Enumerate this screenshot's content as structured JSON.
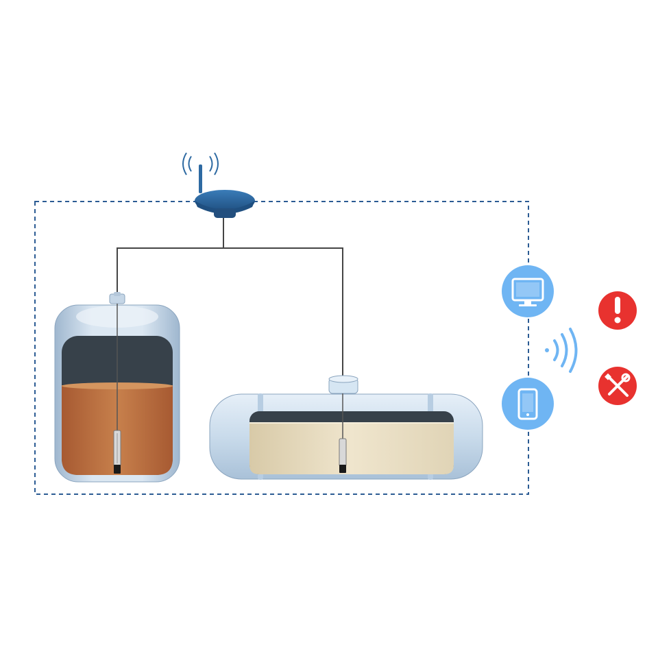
{
  "diagram": {
    "kind": "wireless tank level monitoring system",
    "nodes": [
      {
        "id": "gateway",
        "icon": "wireless-gateway-icon"
      },
      {
        "id": "vertical-tank",
        "icon": "vertical-tank-icon",
        "liquid_level": 0.68
      },
      {
        "id": "horizontal-tank",
        "icon": "horizontal-tank-icon",
        "liquid_level": 0.92
      },
      {
        "id": "monitor",
        "icon": "monitor-icon"
      },
      {
        "id": "phone",
        "icon": "smartphone-icon"
      },
      {
        "id": "alarm",
        "icon": "alert-icon"
      },
      {
        "id": "maintenance",
        "icon": "maintenance-tools-icon"
      }
    ],
    "edges": [
      {
        "from": "gateway",
        "to": "vertical-tank",
        "style": "wired"
      },
      {
        "from": "gateway",
        "to": "horizontal-tank",
        "style": "wired"
      },
      {
        "from": "gateway",
        "to": "monitor",
        "style": "dashed"
      },
      {
        "from": "gateway",
        "to": "phone",
        "style": "dashed"
      }
    ]
  },
  "colors": {
    "dashed_border": "#2b5b93",
    "gateway": "#2e6aa2",
    "device_circle": "#6fb5f3",
    "alert": "#e8322f",
    "oil_liquid": "#b8663b",
    "water_liquid": "#e5d9bd",
    "tank_shell": "#a9c3dc",
    "tank_dark": "#37414a",
    "wifi": "#6fb5f3"
  }
}
